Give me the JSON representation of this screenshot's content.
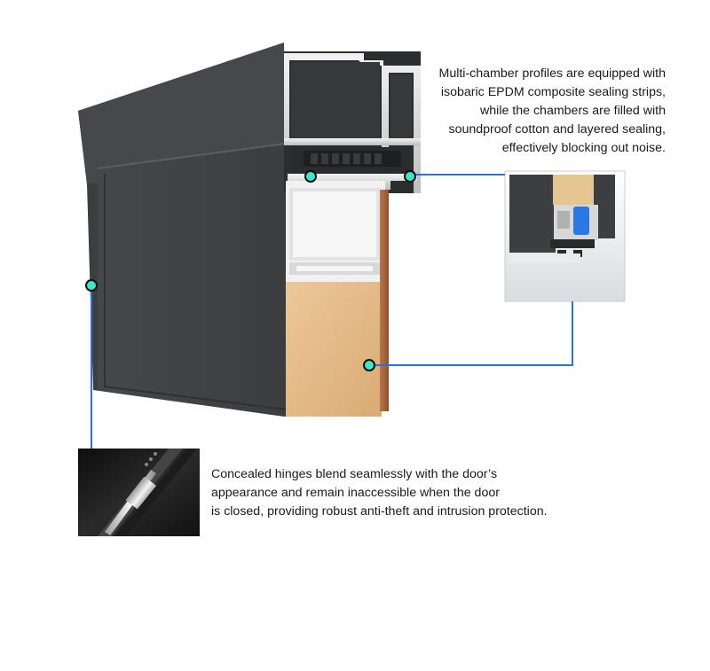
{
  "callouts": {
    "sealing": {
      "lines": [
        "Multi-chamber profiles are equipped with",
        "isobaric EPDM composite sealing strips,",
        "while the chambers are filled with",
        "soundproof cotton and layered sealing,",
        "effectively blocking out noise."
      ]
    },
    "hinge": {
      "lines": [
        "Concealed hinges blend seamlessly with the door’s",
        "appearance and remain inaccessible when the door",
        "is closed, providing robust anti-theft and intrusion protection."
      ]
    }
  },
  "colors": {
    "frame_dark": "#3d3f42",
    "frame_face": "#4a4c4f",
    "aluminum": "#d8d8d8",
    "infill": "#e6bc88",
    "wood_edge": "#a4633a",
    "leader_line": "#2f6fd8",
    "marker_fill": "#3ce6c8",
    "marker_stroke": "#0d0d0d"
  }
}
